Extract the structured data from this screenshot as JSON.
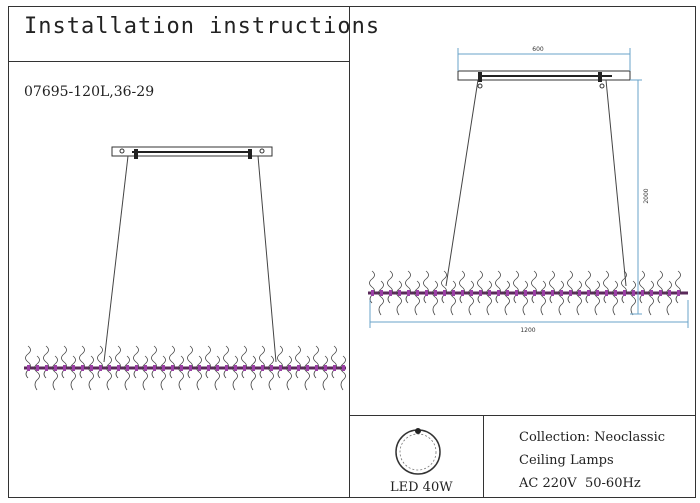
{
  "title": "Installation instructions",
  "model": "07695-120L,36-29",
  "dimensions": {
    "width_top": "600",
    "width_bottom": "1200",
    "height": "2000"
  },
  "light_source": {
    "label": "LED 40W"
  },
  "specs": {
    "collection": "Collection: Neoclassic",
    "category": "Ceiling Lamps",
    "voltage": "AC 220V",
    "frequency": "50-60Hz"
  }
}
